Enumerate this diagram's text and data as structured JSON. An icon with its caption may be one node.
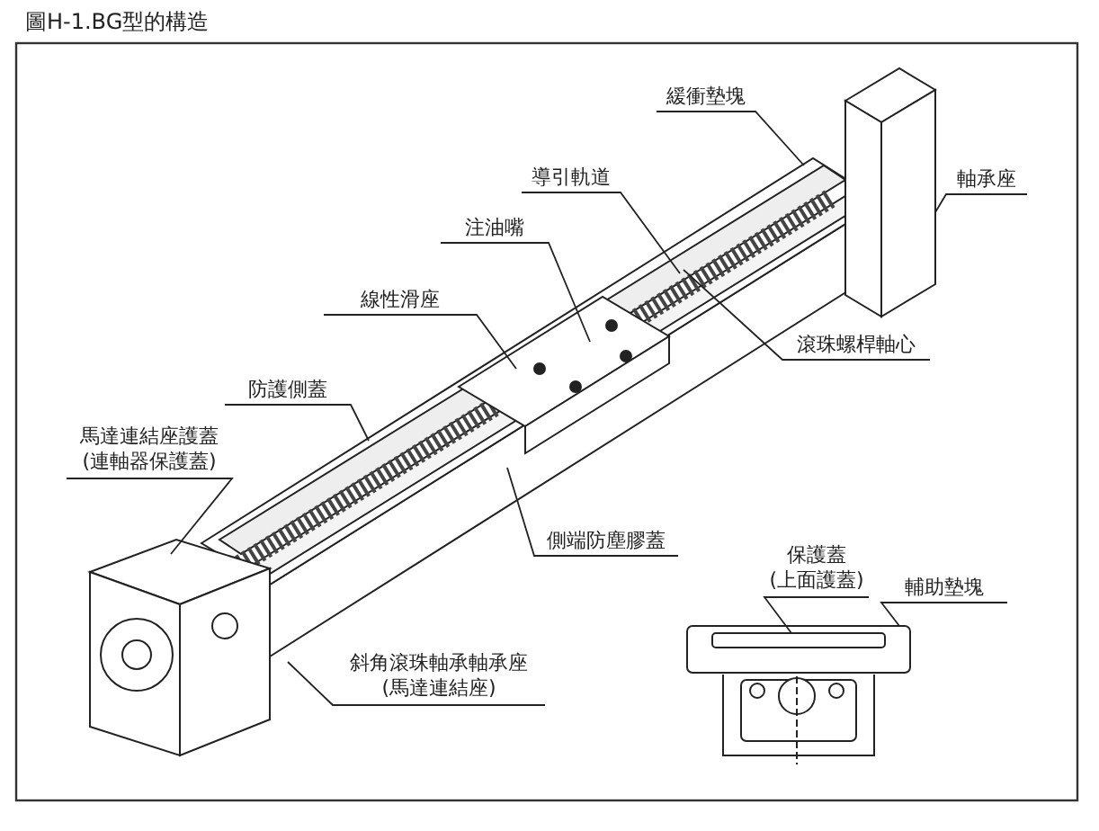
{
  "diagram": {
    "title": "圖H-1.BG型的構造",
    "nodes": [
      {
        "text": [
          "緩衝墊塊"
        ]
      },
      {
        "text": [
          "導引軌道"
        ]
      },
      {
        "text": [
          "軸承座"
        ]
      },
      {
        "text": [
          "注油嘴"
        ]
      },
      {
        "text": [
          "線性滑座"
        ]
      },
      {
        "text": [
          "滾珠螺桿軸心"
        ]
      },
      {
        "text": [
          "防護側蓋"
        ]
      },
      {
        "text": [
          "馬達連結座護蓋 (連軸器保護蓋)"
        ]
      },
      {
        "text": [
          "側端防塵膠蓋"
        ]
      },
      {
        "text": [
          "斜角滾珠軸承軸承座 (馬達連結座)"
        ]
      },
      {
        "text": [
          "保護蓋 (上面護蓋)"
        ]
      },
      {
        "text": [
          "輔助墊塊"
        ]
      },
      {
        "text": [],
        "shape": "box"
      },
      {
        "text": [],
        "shape": "bar",
        "in": 12
      },
      {
        "text": [],
        "shape": "box"
      }
    ],
    "edges": [
      {
        "from": 0,
        "to": null,
        "arrow": "none"
      },
      {
        "from": 1,
        "to": null,
        "arrow": "none"
      },
      {
        "from": 2,
        "to": 14,
        "arrow": "none"
      },
      {
        "from": 3,
        "to": null,
        "arrow": "none"
      },
      {
        "from": 4,
        "to": null,
        "arrow": "none"
      },
      {
        "from": 5,
        "to": null,
        "arrow": "none"
      },
      {
        "from": 6,
        "to": null,
        "arrow": "none"
      },
      {
        "from": 7,
        "to": null,
        "arrow": "none"
      },
      {
        "from": 8,
        "to": null,
        "arrow": "none"
      },
      {
        "from": 9,
        "to": null,
        "arrow": "none"
      },
      {
        "from": 10,
        "to": 13,
        "arrow": "none"
      },
      {
        "from": 11,
        "to": 12,
        "arrow": "none"
      }
    ]
  }
}
